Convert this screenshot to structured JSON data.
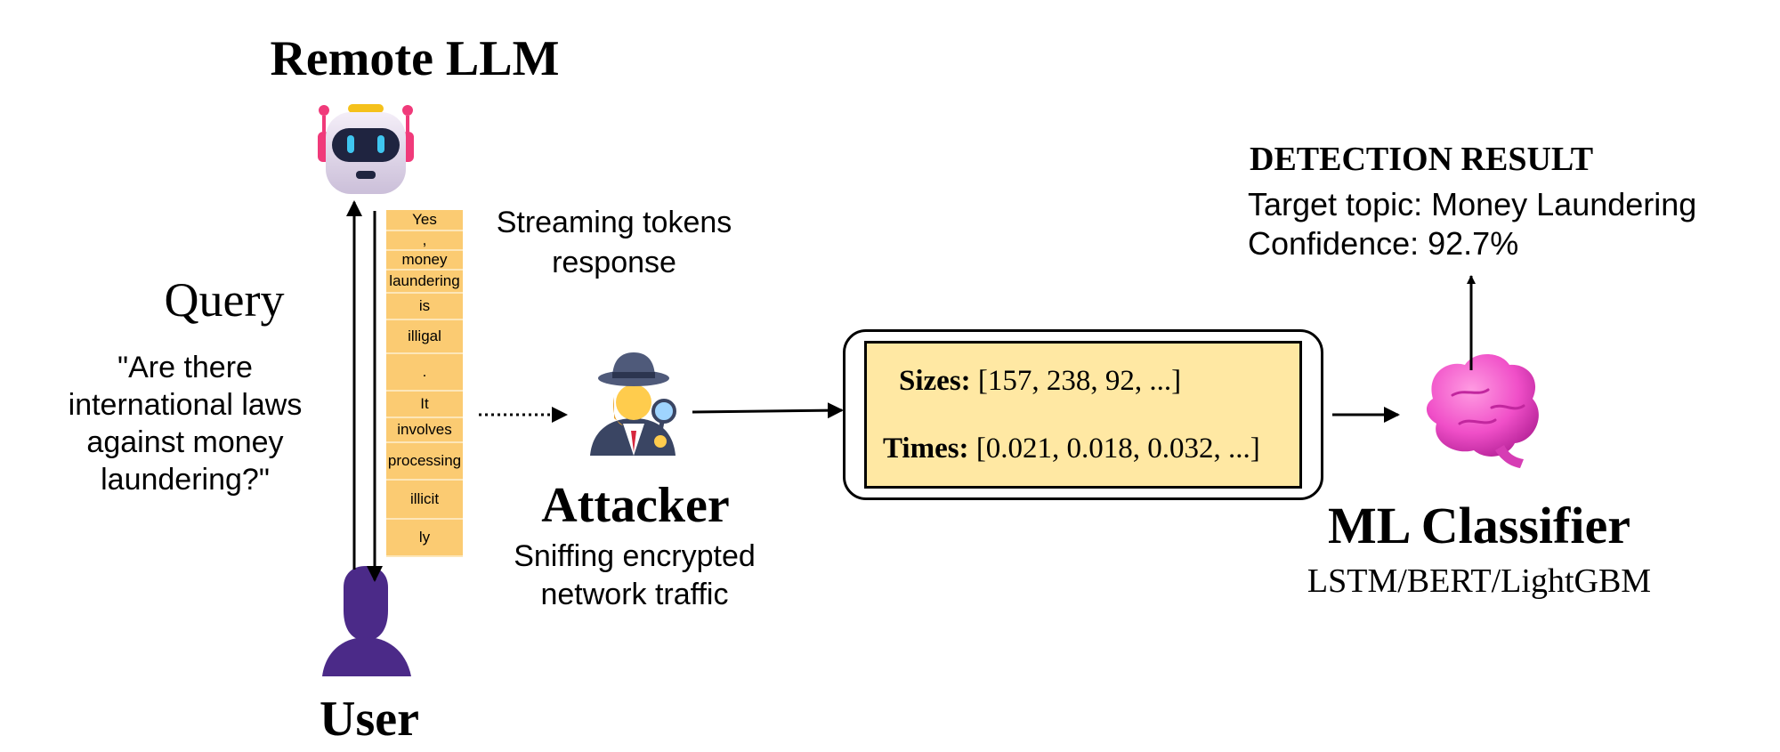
{
  "labels": {
    "remote_llm": "Remote LLM",
    "query_title": "Query",
    "query_text": "\"Are there international laws against money laundering?\"",
    "streaming_label": "Streaming tokens response",
    "attacker_title": "Attacker",
    "attacker_desc": "Sniffing encrypted network traffic",
    "user": "User",
    "classifier_title": "ML Classifier",
    "classifier_models": "LSTM/BERT/LightGBM",
    "detection_title": "DETECTION RESULT",
    "target_topic": "Target topic: Money Laundering",
    "confidence": "Confidence: 92.7%"
  },
  "features": {
    "sizes_label": "Sizes:",
    "sizes_value": "[157, 238, 92, ...]",
    "times_label": "Times:",
    "times_value": "[0.021, 0.018, 0.032, ...]"
  },
  "tokens": [
    "Yes",
    ",",
    "money",
    "laundering",
    "is",
    "illigal",
    ".",
    "It",
    "involves",
    "processing",
    "illicit",
    "ly"
  ],
  "icons": {
    "llm": "robot-icon",
    "user": "user-silhouette-icon",
    "attacker": "detective-icon",
    "classifier": "brain-icon"
  },
  "colors": {
    "token_fill": "#fbcb72",
    "features_fill": "#ffe8a3",
    "user_purple": "#4b2a88",
    "brain_pink": "#f04fc8"
  }
}
